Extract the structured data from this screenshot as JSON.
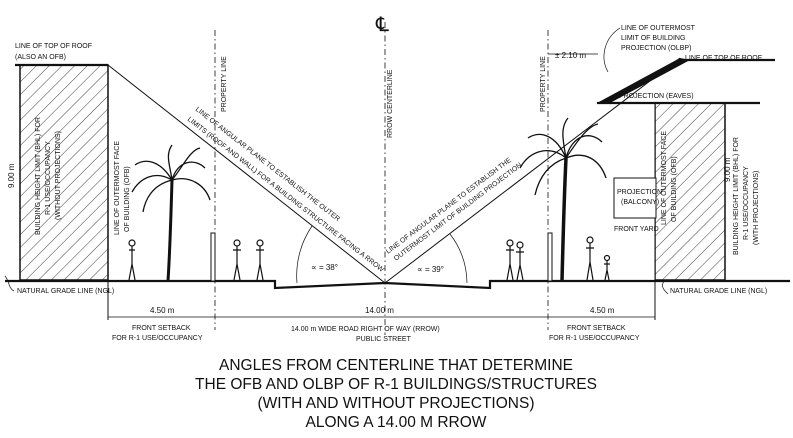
{
  "centerline_symbol": "℄",
  "labels": {
    "left_top_roof": "LINE OF TOP OF ROOF",
    "left_top_roof_sub": "(ALSO AN OFB)",
    "left_property_line": "PROPERTY LINE",
    "rrow_centerline": "RROW CENTERLINE",
    "right_property_line": "PROPERTY LINE",
    "olbp_line1": "LINE OF OUTERMOST",
    "olbp_line2": "LIMIT OF BUILDING",
    "olbp_line3": "PROJECTION (OLBP)",
    "right_top_roof": "LINE OF TOP OF ROOF",
    "projection_eaves": "PROJECTION (EAVES)",
    "projection_balcony_1": "PROJECTION",
    "projection_balcony_2": "(BALCONY)",
    "front_yard": "FRONT YARD",
    "left_bhl_1": "BUILDING HEIGHT LIMIT (BHL) FOR",
    "left_bhl_2": "R-1 USE/OCCUPANCY",
    "left_bhl_3": "(WITHOUT PROJECTIONS)",
    "right_bhl_1": "BUILDING HEIGHT LIMIT (BHL) FOR",
    "right_bhl_2": "R-1 USE/OCCUPANCY",
    "right_bhl_3": "(WITH PROJECTIONS)",
    "left_ofb_1": "LINE OF OUTERMOST FACE",
    "left_ofb_2": "OF BUILDING (OFB)",
    "right_ofb_1": "LINE OF OUTERMOST FACE",
    "right_ofb_2": "OF BUILDING (OFB)",
    "left_angular_1": "LINE OF ANGULAR PLANE TO ESTABLISH THE OUTER",
    "left_angular_2": "LIMITS (ROOF AND WALL) FOR A BUILDING STRUCTURE FACING A RROW",
    "right_angular_1": "LINE OF ANGULAR PLANE TO ESTABLISH THE",
    "right_angular_2": "OUTERMOST LIMIT OF BUILDING PROJECTION",
    "ngl_left": "NATURAL GRADE LINE (NGL)",
    "ngl_right": "NATURAL GRADE LINE (NGL)",
    "angle_left": "∝ = 38°",
    "angle_right": "∝ = 39°"
  },
  "dimensions": {
    "left_height": "9.00 m",
    "right_height": "9.00 m",
    "left_setback": "4.50 m",
    "road_width": "14.00 m",
    "right_setback": "4.50 m",
    "eave_offset": "± 2.10 m"
  },
  "bottom_labels": {
    "left_setback_1": "FRONT SETBACK",
    "left_setback_2": "FOR R-1 USE/OCCUPANCY",
    "road_1": "14.00 m  WIDE ROAD RIGHT OF WAY (RROW)",
    "road_2": "PUBLIC STREET",
    "right_setback_1": "FRONT SETBACK",
    "right_setback_2": "FOR R-1 USE/OCCUPANCY"
  },
  "caption": [
    "ANGLES FROM CENTERLINE THAT DETERMINE",
    "THE OFB AND OLBP OF R-1 BUILDINGS/STRUCTURES",
    "(WITH AND WITHOUT PROJECTIONS)",
    "ALONG A 14.00 M RROW"
  ]
}
